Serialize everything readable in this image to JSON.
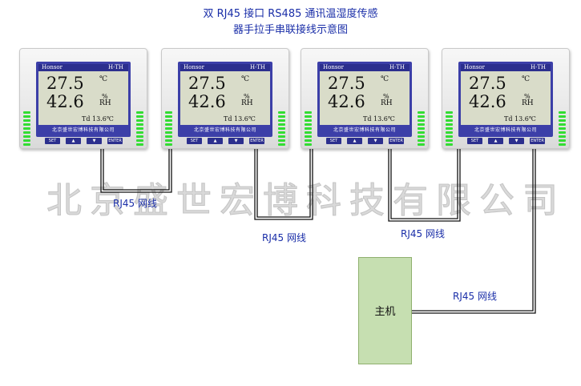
{
  "title": {
    "line1": "双 RJ45 接口 RS485 通讯温湿度传感",
    "line2": "器手拉手串联接线示意图"
  },
  "watermark": "北京盛世宏博科技有限公司",
  "devices": [
    {
      "brand": "Honsor",
      "model": "H-TH",
      "temperature": "27.5",
      "temp_unit": "℃",
      "humidity": "42.6",
      "hum_unit_pct": "%",
      "hum_unit_rh": "RH",
      "dew_point": "Td  13.6℃",
      "company": "北京盛世宏博科技有限公司",
      "buttons": [
        "SET",
        "▲",
        "▼",
        "ENTER"
      ]
    },
    {
      "brand": "Honsor",
      "model": "H-TH",
      "temperature": "27.5",
      "temp_unit": "℃",
      "humidity": "42.6",
      "hum_unit_pct": "%",
      "hum_unit_rh": "RH",
      "dew_point": "Td  13.6℃",
      "company": "北京盛世宏博科技有限公司",
      "buttons": [
        "SET",
        "▲",
        "▼",
        "ENTER"
      ]
    },
    {
      "brand": "Honsor",
      "model": "H-TH",
      "temperature": "27.5",
      "temp_unit": "℃",
      "humidity": "42.6",
      "hum_unit_pct": "%",
      "hum_unit_rh": "RH",
      "dew_point": "Td  13.6℃",
      "company": "北京盛世宏博科技有限公司",
      "buttons": [
        "SET",
        "▲",
        "▼",
        "ENTER"
      ]
    },
    {
      "brand": "Honsor",
      "model": "H-TH",
      "temperature": "27.5",
      "temp_unit": "℃",
      "humidity": "42.6",
      "hum_unit_pct": "%",
      "hum_unit_rh": "RH",
      "dew_point": "Td  13.6℃",
      "company": "北京盛世宏博科技有限公司",
      "buttons": [
        "SET",
        "▲",
        "▼",
        "ENTER"
      ]
    }
  ],
  "cable_labels": [
    "RJ45 网线",
    "RJ45 网线",
    "RJ45 网线",
    "RJ45 网线"
  ],
  "host": {
    "label": "主机"
  },
  "colors": {
    "title_text": "#1a2ea8",
    "cable_label_text": "#1a2ea8",
    "device_screen_frame": "#3c3fa8",
    "led": "#33dd33",
    "host_fill": "#c6dfb1"
  }
}
